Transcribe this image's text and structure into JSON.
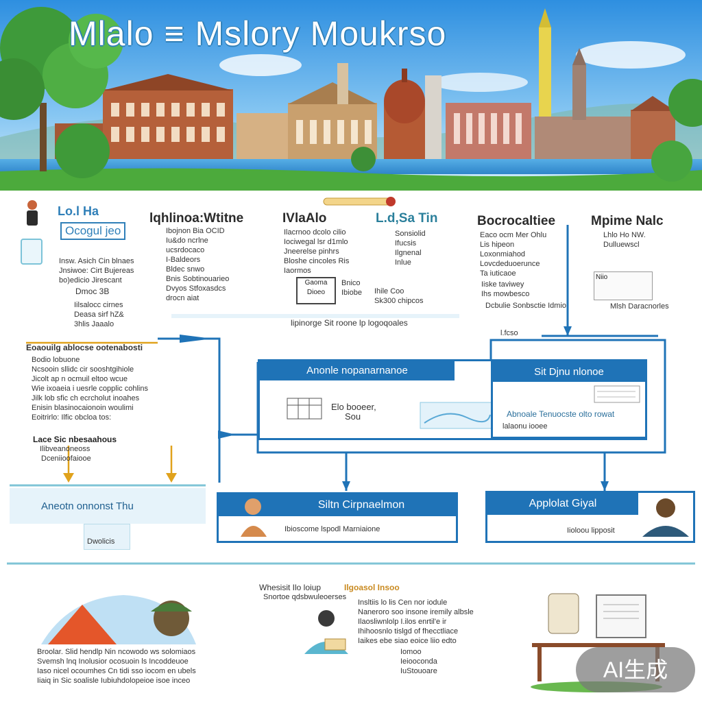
{
  "banner": {
    "title": "Mlalo ≡ Mslory Moukrso"
  },
  "left_card": {
    "title_line1": "Lo.l Ha",
    "title_line2": "Ocogul jeo",
    "lines": [
      "Insw. Asich Cin blnaes",
      "Jnsiwoe: Cirt Bujereas",
      "bo)edicio Jirescant"
    ],
    "tag": "Dmoc 3B",
    "footer": [
      "Iilsalocc cirnes",
      "Deasa sirf hZ&",
      "3hlis Jaaalo"
    ]
  },
  "col2": {
    "title": "lqhlinoa:Wtitne",
    "lines": [
      "Ibojnon Bia OCID",
      "Iu&do ncrlne",
      "ucsrdocaco",
      "I-Baldeors",
      "Bldec snwo",
      "Bnis Sobtinouarieo",
      "Dvyos Stfoxasdcs",
      "drocn aiat"
    ]
  },
  "col3": {
    "title": "IVlaAlo",
    "lines": [
      "Ilacrnoo dcolo cilio",
      "Iociwegal lsr d1mlo",
      "Jneerelse pinhrs",
      "Bloshe cincoles Ris",
      "Iaormos"
    ],
    "box_label": "Gaoma",
    "box_sub": "Dioeo",
    "foot": [
      "Bnico",
      "Ibiobe"
    ]
  },
  "col4": {
    "title": "L.d,Sa Tin",
    "lines": [
      "Sonsiolid",
      "Ifucsis",
      "Ilgnenal",
      "Inlue"
    ],
    "foot": [
      "Ihile Coo",
      "Sk300 chipcos"
    ]
  },
  "col5": {
    "title": "Bocrocaltiee",
    "lines": [
      "Eaco ocm Mer Ohlu",
      "Lis hipeon",
      "Loxonmiahod",
      "Lovcdeduoerunce",
      "Ta iuticaoe"
    ],
    "sub_lines": [
      "Iiske taviwey",
      "Ihs mowbesco"
    ],
    "foot": "Dcbulie Sonbsctie Idmio"
  },
  "col6": {
    "title": "Mpime Nalc",
    "lines": [
      "Lhlo Ho NW.",
      "Dulluewscl"
    ],
    "box_label": "Niio",
    "foot": "Mlsh Daracnorles"
  },
  "mid_caption": "lipinorge  Sit  roone  lp  logoqoales",
  "small_tag": "l.fcso",
  "left_block": {
    "title": "Eoaouilg ablocse ootenabosti",
    "lines": [
      "Bodio lobuone",
      "Ncsooin sllidc cir sooshtgihiole",
      "Jicolt ap n ocmuil eltoo wcue",
      "Wie ixoaeia i uesrle copplic cohlins",
      "Jilk lob sfic ch ecrcholut inoahes",
      "Enisin blasinocaionoin woulimi",
      "Eoitrirlo: Ilfic obcloa tos:"
    ],
    "sub_title": "Lace Sic nbesaahous",
    "sub2": "Ilibveanoneoss",
    "sub3": "Dceniioofaiooe"
  },
  "center_box": {
    "header": "Anonle nopanarnanoe",
    "text_line1": "Elo booeer,",
    "text_line2": "Sou"
  },
  "right_box": {
    "header": "Sit Djnu nlonoe",
    "text": "Abnoale Tenuocste olto rowat",
    "foot": "lalaonu iooee"
  },
  "bottom_left_box": {
    "label": "Aneotn onnonst Thu",
    "foot": "Dwolicis"
  },
  "bottom_center_box": {
    "header": "Siltn Cirpnaelmon",
    "foot": "Ibioscome lspodl Marniaione"
  },
  "bottom_right_box": {
    "header": "Applolat Giyal",
    "foot": "Iioloou lipposit"
  },
  "footer_left": {
    "lines": [
      "Broolar. Slid hendlp  Nin ncowodo ws  solomiaos",
      "Svemsh lnq  Inolusior ocosuoin ls  Incoddeuoe",
      "Iaso nicel ocoumhes  Cn  tidi sso iocom en ubels",
      "Iiaiq  in Sic soalisle Iubiuhdolopeioe  isoe inceo"
    ]
  },
  "footer_mid": {
    "title1": "Whesisit Ilo loiup",
    "title2": "Ilgoasol Insoo",
    "sub": "Snortoe qdsbwuleoerses",
    "lines": [
      "Insltiis lo  lis  Cen nor iodule",
      "Naneroro soo  insone  iremily albsle",
      "Ilaosliwnlolp  I.ilos enrtil'e ir",
      "Ihihoosnlo  tislgd  of fhecctliace",
      "Iaikes ebe siao eoice liio edto"
    ],
    "foot": [
      "Iomoo",
      "Ieiooconda",
      "IuStouoare"
    ]
  },
  "badge": "AI生成"
}
